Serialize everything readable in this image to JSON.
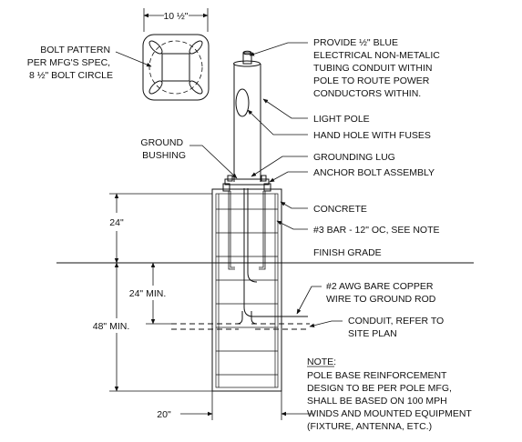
{
  "top_view": {
    "dimension": "10 ½\"",
    "callout_lines": [
      "BOLT PATTERN",
      "PER MFG'S SPEC,",
      "8 ½\" BOLT CIRCLE"
    ]
  },
  "callouts": {
    "conduit": [
      "PROVIDE ½\" BLUE",
      "ELECTRICAL NON-METALIC",
      "TUBING CONDUIT WITHIN",
      "POLE TO ROUTE POWER",
      "CONDUCTORS WITHIN."
    ],
    "light_pole": "LIGHT POLE",
    "hand_hole": "HAND HOLE WITH FUSES",
    "ground_bushing": [
      "GROUND",
      "BUSHING"
    ],
    "grounding_lug": "GROUNDING LUG",
    "anchor_bolt": "ANCHOR BOLT ASSEMBLY",
    "concrete": "CONCRETE",
    "rebar": "#3 BAR - 12\" OC, SEE NOTE",
    "finish_grade": "FINISH GRADE",
    "ground_wire": [
      "#2 AWG BARE COPPER",
      "WIRE TO GROUND ROD"
    ],
    "conduit_site": [
      "CONDUIT, REFER TO",
      "SITE PLAN"
    ]
  },
  "dimensions": {
    "top_24": "24\"",
    "min_24": "24\" MIN.",
    "min_48": "48\" MIN.",
    "width_20": "20\""
  },
  "note": {
    "heading": "NOTE:",
    "lines": [
      "POLE BASE REINFORCEMENT",
      "DESIGN TO BE PER POLE MFG,",
      "SHALL BE BASED ON 100 MPH",
      "WINDS AND MOUNTED EQUIPMENT",
      "(FIXTURE, ANTENNA, ETC.)"
    ]
  }
}
